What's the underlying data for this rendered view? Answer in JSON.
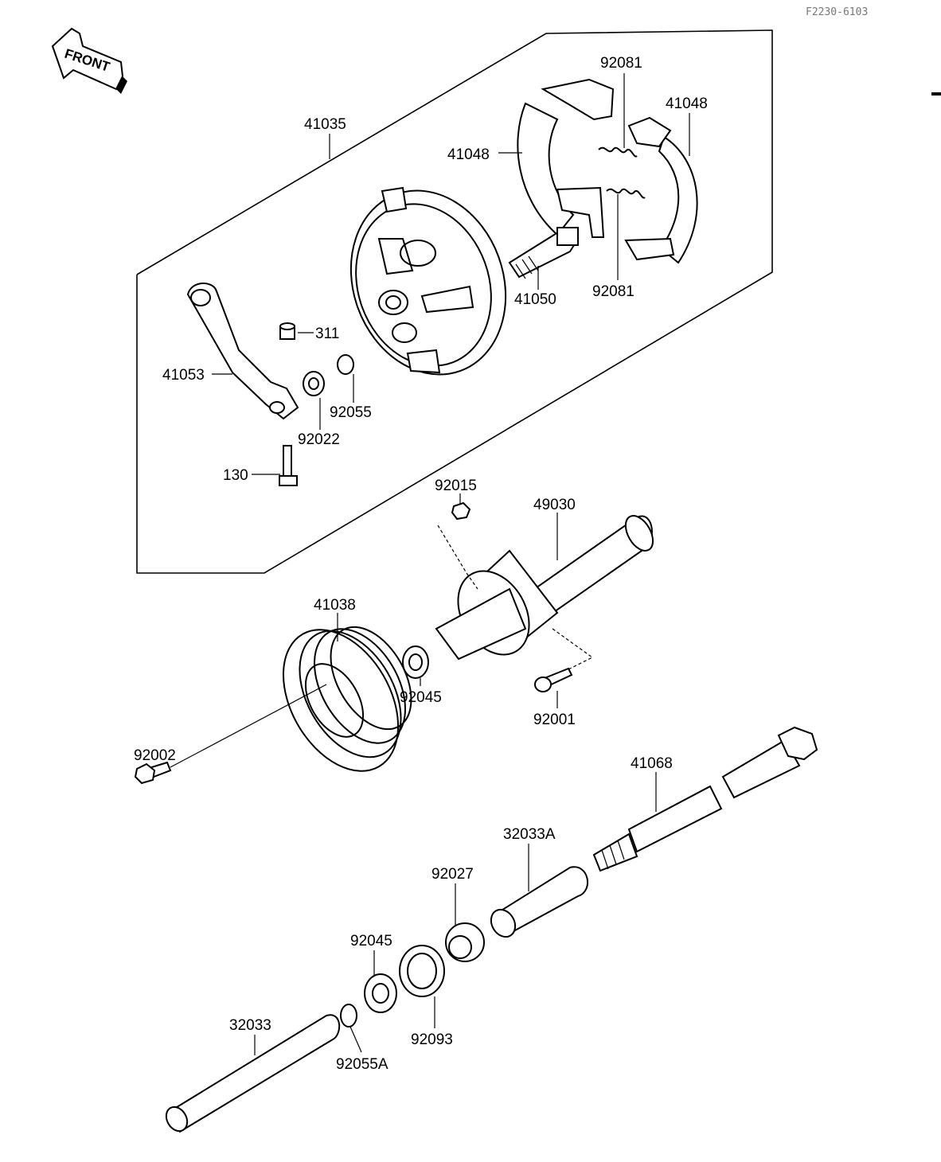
{
  "diagram_code": "F2230-6103",
  "front_label": "FRONT",
  "callouts": {
    "p41035": "41035",
    "p41048_left": "41048",
    "p41048_right": "41048",
    "p92081_top": "92081",
    "p92081_bottom": "92081",
    "p41050": "41050",
    "p311": "311",
    "p41053": "41053",
    "p92055": "92055",
    "p92022": "92022",
    "p130": "130",
    "p92015": "92015",
    "p49030": "49030",
    "p41038": "41038",
    "p92045_upper": "92045",
    "p92001": "92001",
    "p92002": "92002",
    "p41068": "41068",
    "p32033A": "32033A",
    "p92027": "92027",
    "p92045_lower": "92045",
    "p92093": "92093",
    "p32033": "32033",
    "p92055A": "92055A"
  }
}
